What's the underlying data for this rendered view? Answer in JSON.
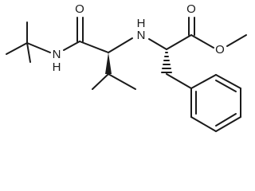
{
  "molecule": {
    "atom_labels": {
      "amide_nitrogen": "N",
      "amide_hydrogen": "H",
      "amine_nitrogen": "N",
      "amine_hydrogen": "H",
      "amide_oxygen": "O",
      "ester_carbonyl_oxygen": "O",
      "ester_ether_oxygen": "O"
    },
    "stereo": {
      "valine_alpha_carbon": "bold-wedge",
      "phenylalanine_alpha_carbon": "hashed-wedge"
    },
    "colors": {
      "bond": "#1a1a1a",
      "background": "#ffffff"
    }
  }
}
